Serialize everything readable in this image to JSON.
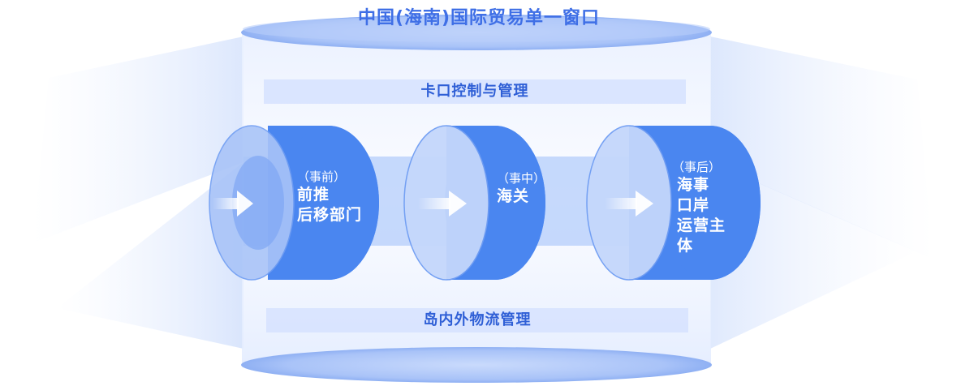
{
  "title": "中国(海南)国际贸易单一窗口",
  "top_bar": "卡口控制与管理",
  "bottom_bar": "岛内外物流管理",
  "stages": [
    {
      "tag": "（事前）",
      "lines": [
        "前推",
        "后移部门"
      ]
    },
    {
      "tag": "（事中）",
      "lines": [
        "海关"
      ]
    },
    {
      "tag": "（事后）",
      "lines": [
        "海事",
        "口岸",
        "运营主",
        "体"
      ]
    }
  ],
  "colors": {
    "primary_blue": "#4a86f0",
    "title_blue": "#3f6fe6",
    "bar_text": "#2f5fd6",
    "light_band": "#bcd2fb"
  }
}
